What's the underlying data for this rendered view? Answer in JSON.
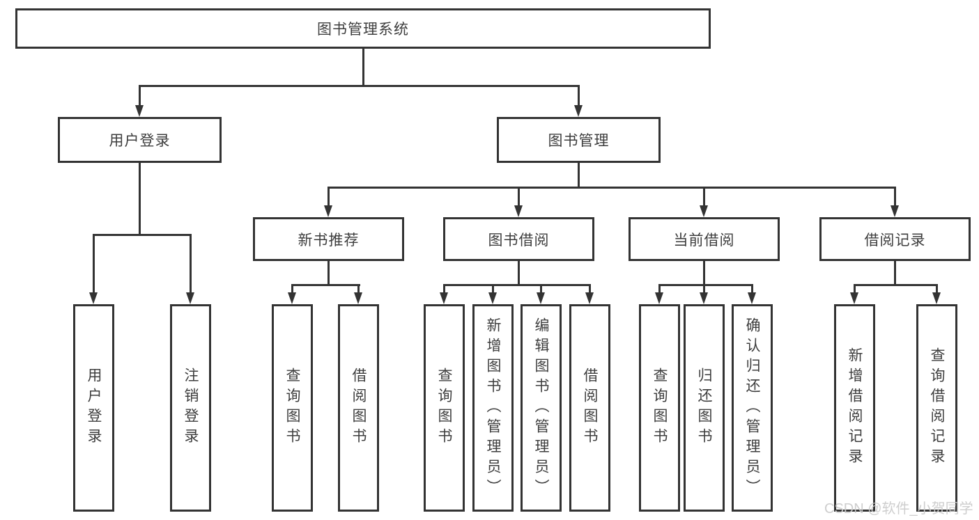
{
  "diagram": {
    "root": {
      "label": "图书管理系统"
    },
    "level2": [
      {
        "label": "用户登录"
      },
      {
        "label": "图书管理"
      }
    ],
    "level3": [
      {
        "label": "新书推荐"
      },
      {
        "label": "图书借阅"
      },
      {
        "label": "当前借阅"
      },
      {
        "label": "借阅记录"
      }
    ],
    "leaves": {
      "user_login": [
        "用户登录",
        "注销登录"
      ],
      "new_book_recommend": [
        "查询图书",
        "借阅图书"
      ],
      "book_borrow": [
        "查询图书",
        "新增图书（管理员）",
        "编辑图书（管理员）",
        "借阅图书"
      ],
      "current_borrow": [
        "查询图书",
        "归还图书",
        "确认归还（管理员）"
      ],
      "borrow_records": [
        "新增借阅记录",
        "查询借阅记录"
      ]
    }
  },
  "watermark": "CSDN @软件_小贺同学",
  "colors": {
    "line": "#333333",
    "box_border": "#333333",
    "text": "#3d3d3d",
    "watermark_text": "#cbcbcb",
    "background": "#ffffff"
  }
}
